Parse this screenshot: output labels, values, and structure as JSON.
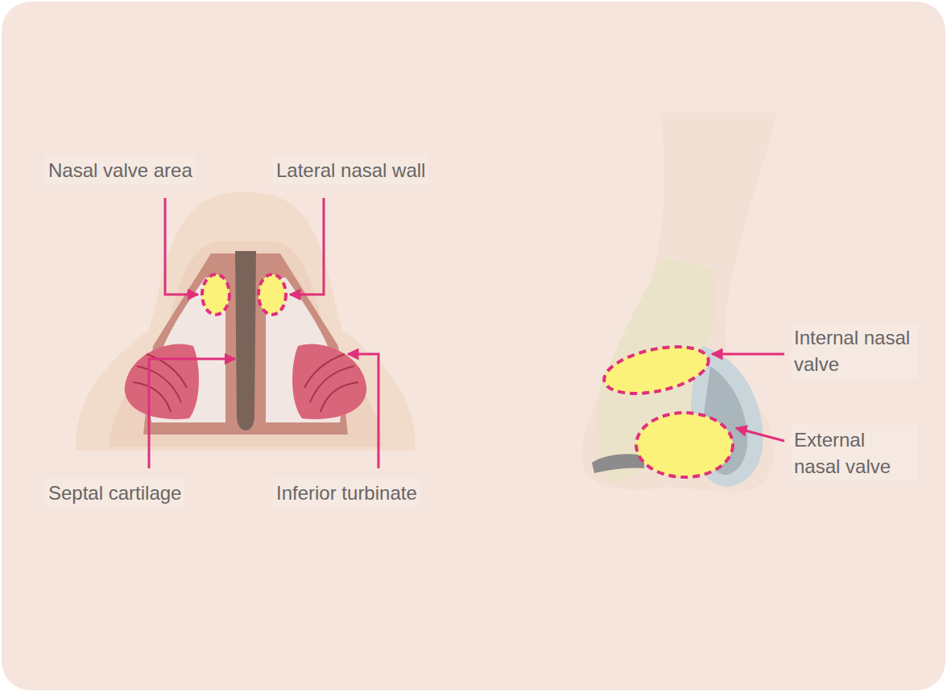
{
  "diagram": {
    "labels": [
      "Nasal valve area",
      "Lateral nasal wall",
      "Septal cartilage",
      "Inferior turbinate",
      "Internal nasal valve",
      "External nasal valve"
    ]
  }
}
